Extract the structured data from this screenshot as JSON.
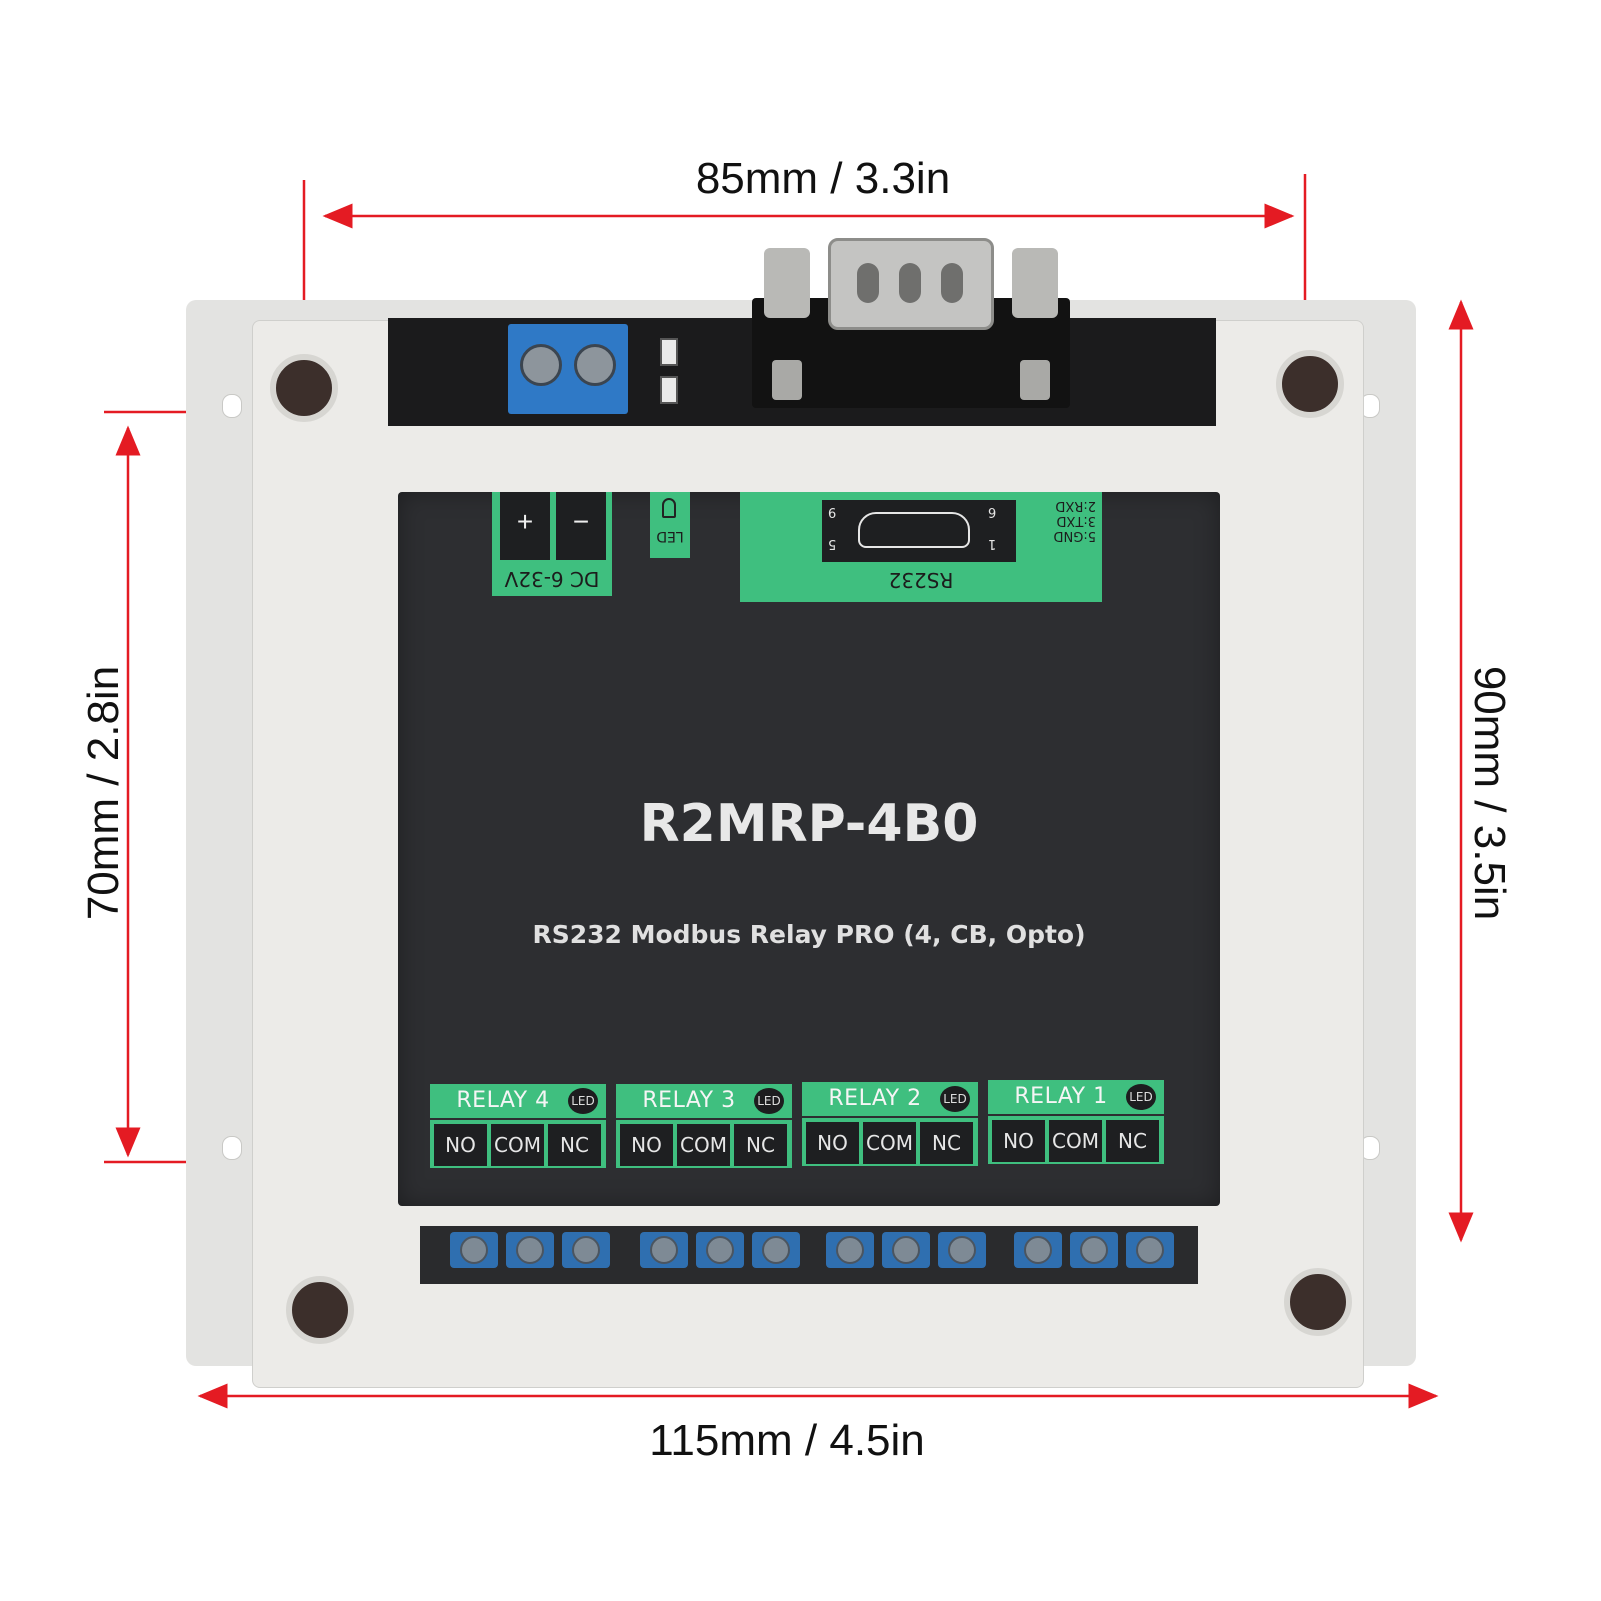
{
  "dimensions": {
    "top": "85mm / 3.3in",
    "bottom": "115mm / 4.5in",
    "left": "70mm / 2.8in",
    "right": "90mm / 3.5in"
  },
  "colors": {
    "arrow": "#e41b23",
    "label_green": "#3fbf7f",
    "panel": "#2d2e31",
    "housing": "#e3e3e1",
    "terminal_blue": "#2f6fb0"
  },
  "device": {
    "model": "R2MRP-4B0",
    "description": "RS232 Modbus Relay PRO (4, CB, Opto)",
    "power": {
      "plus": "+",
      "minus": "−",
      "label": "DC 6-32V"
    },
    "led_label": "LED",
    "rs232": {
      "label": "RS232",
      "pin9": "9",
      "pin6": "6",
      "pin5": "5",
      "pin1": "1",
      "pins": [
        "5:GND",
        "3:TXD",
        "2:RXD"
      ]
    },
    "relays": [
      {
        "title": "RELAY 4",
        "led": "LED",
        "terminals": [
          "NO",
          "COM",
          "NC"
        ]
      },
      {
        "title": "RELAY 3",
        "led": "LED",
        "terminals": [
          "NO",
          "COM",
          "NC"
        ]
      },
      {
        "title": "RELAY 2",
        "led": "LED",
        "terminals": [
          "NO",
          "COM",
          "NC"
        ]
      },
      {
        "title": "RELAY 1",
        "led": "LED",
        "terminals": [
          "NO",
          "COM",
          "NC"
        ]
      }
    ]
  }
}
